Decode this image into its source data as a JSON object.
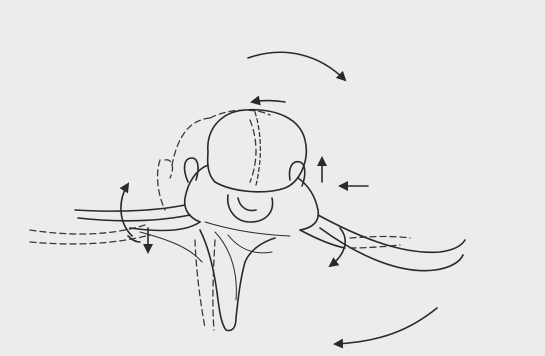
{
  "figure": {
    "subject": "vertebra-rotation-sketch",
    "style": "pencil line drawing",
    "colors": {
      "background": "#ececec",
      "ink": "#2a2a2a",
      "dashed_ink": "#3a3a3a"
    },
    "arrows": [
      {
        "name": "top-curved-arrow",
        "kind": "curved"
      },
      {
        "name": "bottom-curved-arrow",
        "kind": "curved"
      },
      {
        "name": "body-top-small-arrow",
        "kind": "straight"
      },
      {
        "name": "right-up-arrow",
        "kind": "straight"
      },
      {
        "name": "right-left-arrow",
        "kind": "straight"
      },
      {
        "name": "left-double-curved-arrow",
        "kind": "curved"
      },
      {
        "name": "left-down-arrow",
        "kind": "straight"
      },
      {
        "name": "right-rib-curved-arrow",
        "kind": "curved"
      }
    ]
  }
}
